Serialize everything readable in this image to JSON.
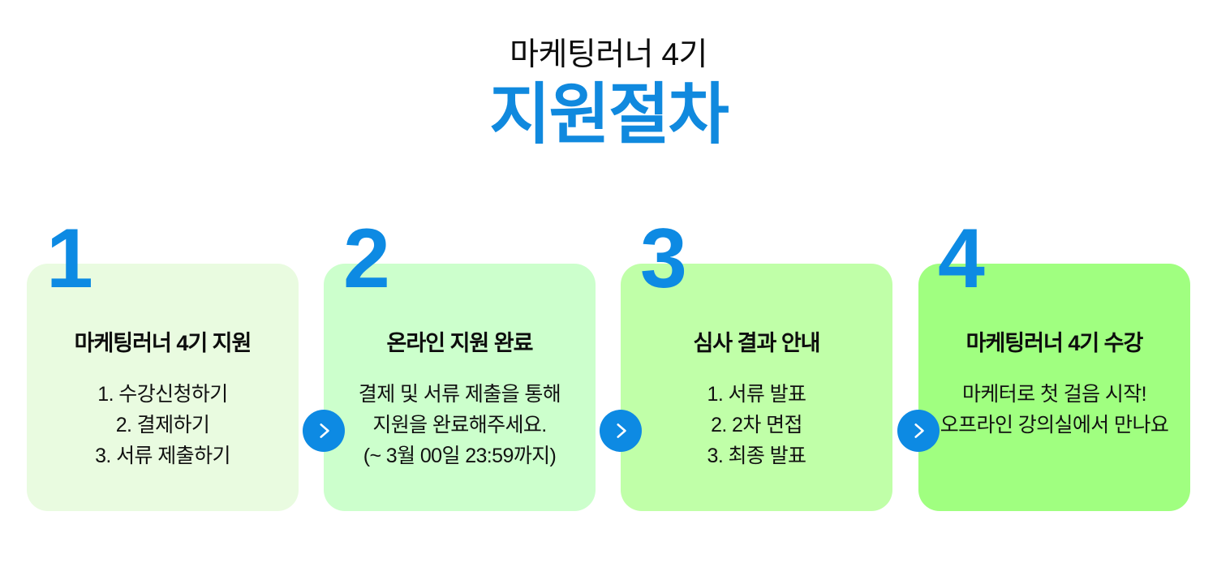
{
  "header": {
    "eyebrow": "마케팅러너 4기",
    "title": "지원절차"
  },
  "colors": {
    "accent_blue": "#0d8ae3",
    "title_blue": "#1089de",
    "text_black": "#0d0d0d",
    "card_1_bg": "#e9fbe0",
    "card_2_bg": "#ccffcc",
    "card_3_bg": "#c0ffa8",
    "card_4_bg": "#a0ff80",
    "page_bg": "#ffffff"
  },
  "steps": [
    {
      "number": "1",
      "heading": "마케팅러너 4기 지원",
      "lines": [
        "1. 수강신청하기",
        "2. 결제하기",
        "3. 서류 제출하기"
      ]
    },
    {
      "number": "2",
      "heading": "온라인 지원 완료",
      "lines": [
        "결제 및 서류 제출을 통해",
        "지원을 완료해주세요.",
        "(~ 3월 00일 23:59까지)"
      ]
    },
    {
      "number": "3",
      "heading": "심사 결과 안내",
      "lines": [
        "1. 서류 발표",
        "2. 2차 면접",
        "3. 최종 발표"
      ]
    },
    {
      "number": "4",
      "heading": "마케팅러너 4기 수강",
      "lines": [
        "마케터로 첫 걸음 시작!",
        "오프라인 강의실에서 만나요"
      ]
    }
  ],
  "connectors": [
    {
      "icon": "chevron-right-icon"
    },
    {
      "icon": "chevron-right-icon"
    },
    {
      "icon": "chevron-right-icon"
    }
  ]
}
